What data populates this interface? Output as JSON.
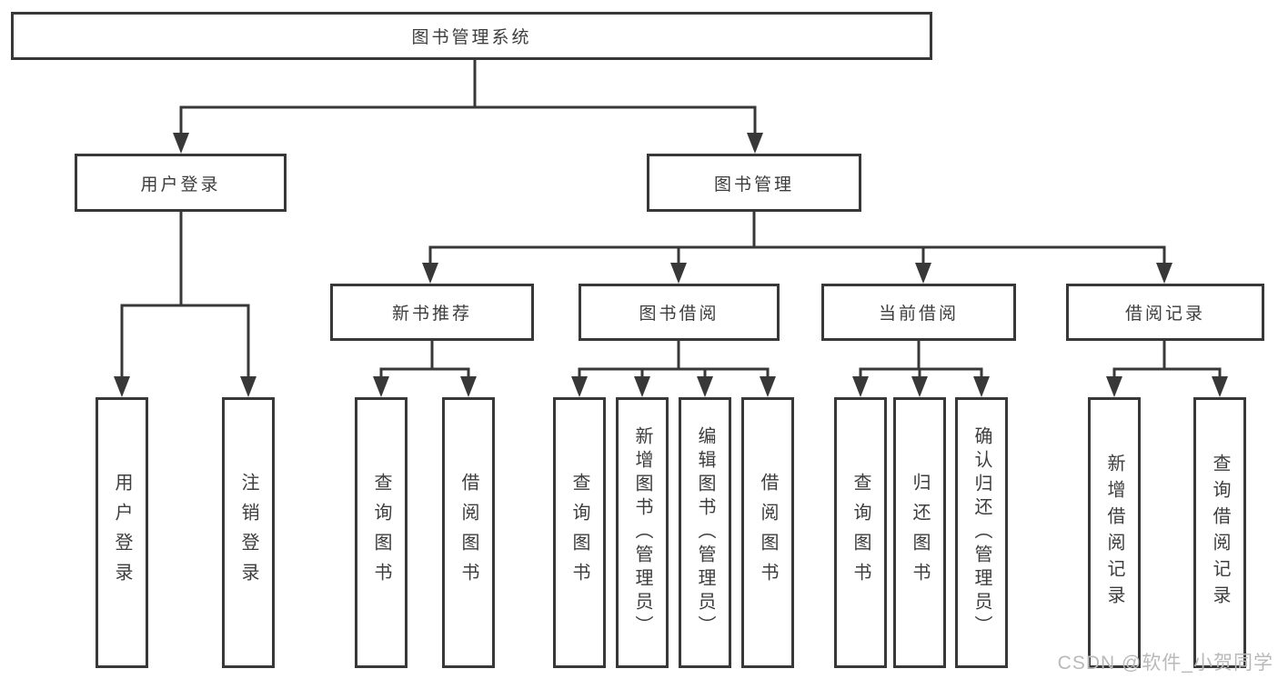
{
  "diagram": {
    "root": {
      "label": "图书管理系统"
    },
    "level2": [
      {
        "label": "用户登录"
      },
      {
        "label": "图书管理"
      }
    ],
    "level3": [
      {
        "label": "新书推荐"
      },
      {
        "label": "图书借阅"
      },
      {
        "label": "当前借阅"
      },
      {
        "label": "借阅记录"
      }
    ],
    "leaves": {
      "user_login": [
        "用户登录",
        "注销登录"
      ],
      "new_book": [
        "查询图书",
        "借阅图书"
      ],
      "book_borrow": [
        "查询图书",
        "新增图书（管理员）",
        "编辑图书（管理员）",
        "借阅图书"
      ],
      "current_borrow": [
        "查询图书",
        "归还图书",
        "确认归还（管理员）"
      ],
      "borrow_record": [
        "新增借阅记录",
        "查询借阅记录"
      ]
    },
    "colors": {
      "line": "#383838",
      "text": "#3d3d3d",
      "watermark": "#b9b9b9",
      "background": "#ffffff"
    },
    "watermark": "CSDN @软件_小贺同学"
  }
}
